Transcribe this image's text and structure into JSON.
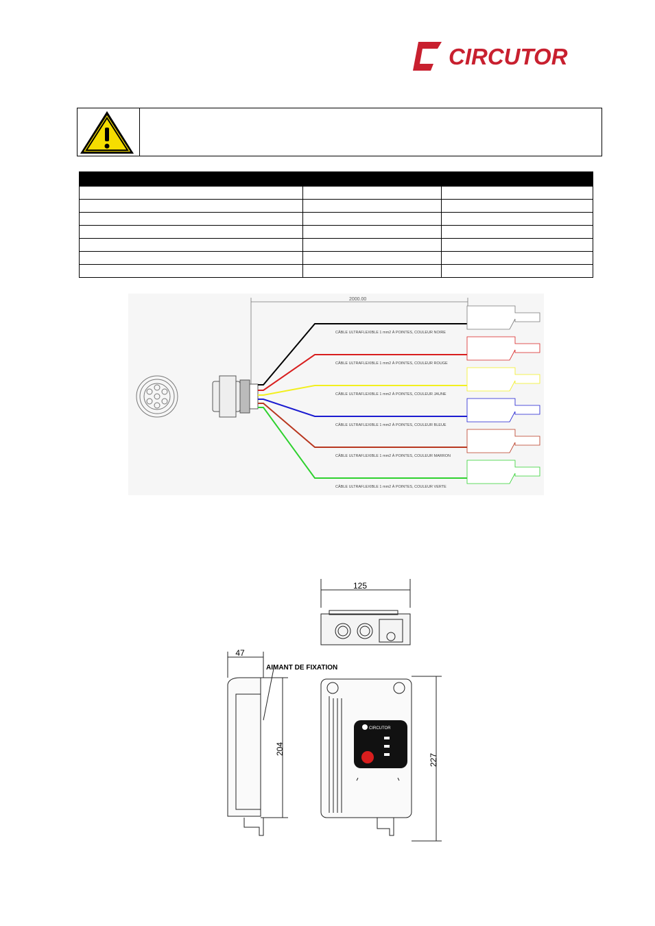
{
  "brand": {
    "name": "CIRCUTOR",
    "color": "#c8202f"
  },
  "warning": {
    "icon": "warning-triangle-icon",
    "text": ""
  },
  "table": {
    "headers": [
      "",
      "",
      ""
    ],
    "rows": [
      [
        "",
        "",
        ""
      ],
      [
        "",
        "",
        ""
      ],
      [
        "",
        "",
        ""
      ],
      [
        "",
        "",
        ""
      ],
      [
        "",
        "",
        ""
      ],
      [
        "",
        "",
        ""
      ],
      [
        "",
        "",
        ""
      ]
    ]
  },
  "cable_drawing": {
    "length_label": "2000.00",
    "cables": [
      {
        "label": "CÂBLE ULTRAFLEXIBLE 1 mm2 À POINTES, COULEUR NOIRE",
        "color": "#000000"
      },
      {
        "label": "CÂBLE ULTRAFLEXIBLE 1 mm2 À POINTES, COULEUR ROUGE",
        "color": "#d81e1e"
      },
      {
        "label": "CÂBLE ULTRAFLEXIBLE 1 mm2 À POINTES, COULEUR JAUNE",
        "color": "#f2ef1e"
      },
      {
        "label": "CÂBLE ULTRAFLEXIBLE 1 mm2 À POINTES, COULEUR BLEUE",
        "color": "#1a1ad0"
      },
      {
        "label": "CÂBLE ULTRAFLEXIBLE 1 mm2 À POINTES, COULEUR MARRON",
        "color": "#b8361e"
      },
      {
        "label": "CÂBLE ULTRAFLEXIBLE 1 mm2 À POINTES, COULEUR VERTE",
        "color": "#2ed12e"
      }
    ]
  },
  "device_drawing": {
    "dim_width": "125",
    "dim_depth": "47",
    "dim_height_side": "204",
    "dim_height_front": "227",
    "magnet_label": "AIMANT DE FIXATION",
    "panel_brand": "CIRCUTOR"
  }
}
